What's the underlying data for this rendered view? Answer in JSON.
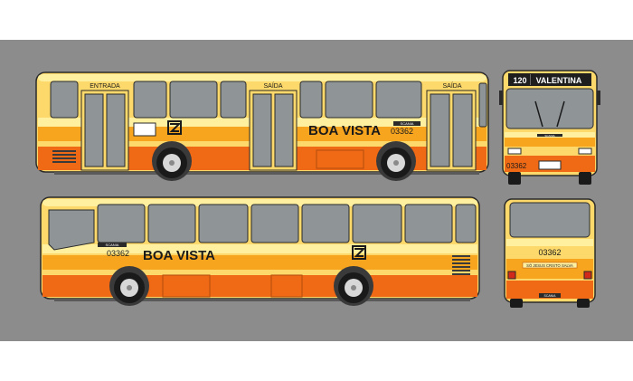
{
  "colors": {
    "background": "#8c8c8c",
    "body_yellow": "#fcd96a",
    "light_yellow": "#fff0a0",
    "stripe_orange": "#f7a51f",
    "skirt_orange": "#f06a16",
    "window": "#8f9497",
    "frame": "#2a2a2a",
    "text": "#1a1a1a",
    "white": "#ffffff"
  },
  "top_bus": {
    "door_labels": [
      "ENTRADA",
      "SAÍDA",
      "SAÍDA"
    ],
    "company": "BOA VISTA",
    "fleet_number": "03362",
    "model_plate": "SCANIA"
  },
  "bottom_bus": {
    "company": "BOA VISTA",
    "fleet_number": "03362",
    "model_plate": "SCANIA"
  },
  "front_view": {
    "route_number": "120",
    "destination": "VALENTINA",
    "fleet_number": "03362",
    "grille_badge": "SCANIA"
  },
  "rear_view": {
    "fleet_number": "03362",
    "slogan": "SÓ JESUS CRISTO SALVA",
    "badge": "SCANIA"
  }
}
